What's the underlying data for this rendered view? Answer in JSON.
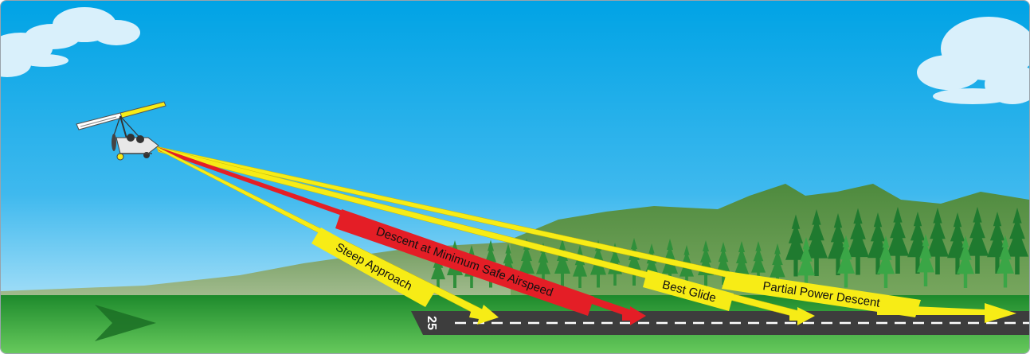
{
  "colors": {
    "sky_top": "#00a6e6",
    "sky_bottom": "#cfeefc",
    "ground_top": "#1f8a2a",
    "ground_bottom": "#5cc45a",
    "path_yellow": "#f7ec16",
    "path_red": "#e41e26",
    "runway": "#3d3d3d",
    "tree_dark": "#1f7a2f",
    "tree_light": "#3fa33f",
    "hill": "#7a9a6a"
  },
  "paths": [
    {
      "id": "steep",
      "label": "Steep Approach",
      "color": "#f7ec16"
    },
    {
      "id": "minsafe",
      "label": "Descent at Minimum Safe Airspeed",
      "color": "#e41e26"
    },
    {
      "id": "bestglide",
      "label": "Best Glide",
      "color": "#f7ec16"
    },
    {
      "id": "partial",
      "label": "Partial Power Descent",
      "color": "#f7ec16"
    }
  ],
  "runway": {
    "number": "25"
  }
}
